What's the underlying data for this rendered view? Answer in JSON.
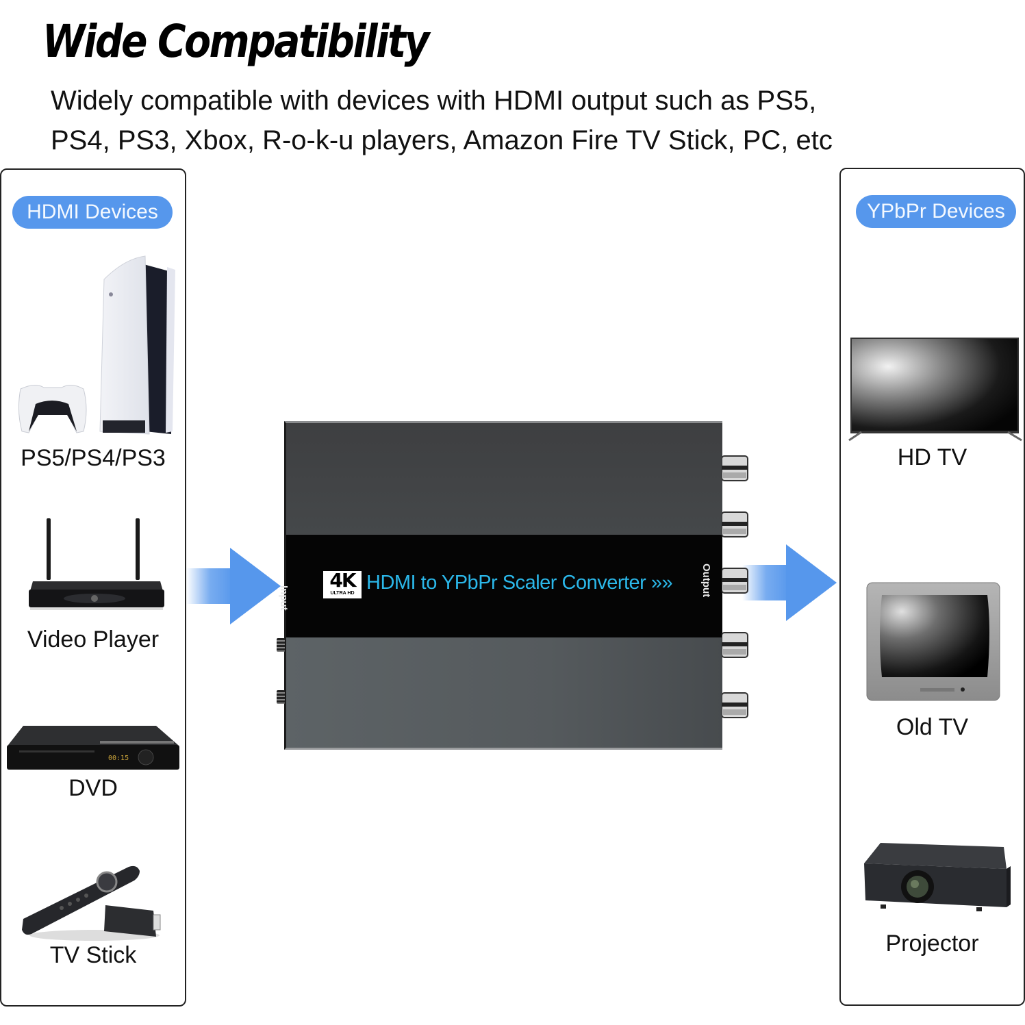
{
  "header": {
    "title": "Wide Compatibility",
    "subtitle_line1": "Widely compatible with devices with HDMI output such as PS5,",
    "subtitle_line2": "PS4, PS3, Xbox, R-o-k-u players, Amazon Fire TV Stick, PC, etc"
  },
  "left_panel": {
    "heading": "HDMI Devices",
    "devices": [
      {
        "label": "PS5/PS4/PS3",
        "icon": "game-console-icon"
      },
      {
        "label": "Video Player",
        "icon": "media-player-icon"
      },
      {
        "label": "DVD",
        "icon": "dvd-player-icon"
      },
      {
        "label": "TV Stick",
        "icon": "tv-stick-icon"
      }
    ]
  },
  "right_panel": {
    "heading": "YPbPr Devices",
    "devices": [
      {
        "label": "HD TV",
        "icon": "hd-tv-icon"
      },
      {
        "label": "Old TV",
        "icon": "crt-tv-icon"
      },
      {
        "label": "Projector",
        "icon": "projector-icon"
      }
    ]
  },
  "converter": {
    "badge_main": "4K",
    "badge_sub": "ULTRA HD",
    "title": "HDMI to YPbPr Scaler Converter",
    "chevrons": "»»",
    "input_label": "Input",
    "output_label": "Output",
    "rca_port_count": 5
  },
  "colors": {
    "accent_blue": "#5697ec",
    "converter_text": "#2bb8ea",
    "converter_band": "#050505"
  }
}
